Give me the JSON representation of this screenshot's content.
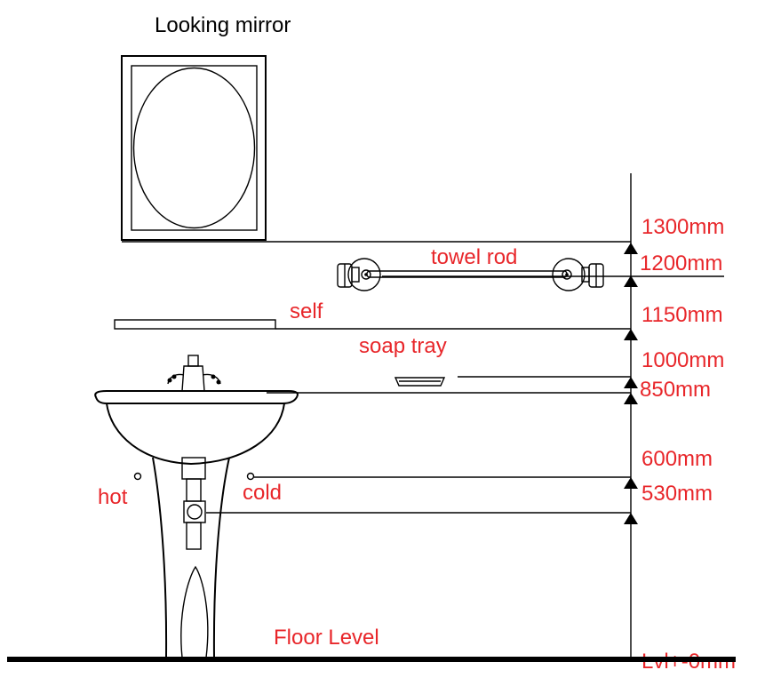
{
  "title": "Looking mirror",
  "colors": {
    "label": "#e8262a",
    "line": "#000000"
  },
  "fixtures": {
    "towel_rod": "towel rod",
    "shelf": "self",
    "soap_tray": "soap tray",
    "hot": "hot",
    "cold": "cold",
    "floor": "Floor  Level"
  },
  "levels": [
    {
      "label": "1300mm",
      "mm": 1300
    },
    {
      "label": "1200mm",
      "mm": 1200
    },
    {
      "label": "1150mm",
      "mm": 1150
    },
    {
      "label": "1000mm",
      "mm": 1000
    },
    {
      "label": "850mm",
      "mm": 850
    },
    {
      "label": "600mm",
      "mm": 600
    },
    {
      "label": "530mm",
      "mm": 530
    },
    {
      "label": "Lvl+-0mm",
      "mm": 0
    }
  ]
}
